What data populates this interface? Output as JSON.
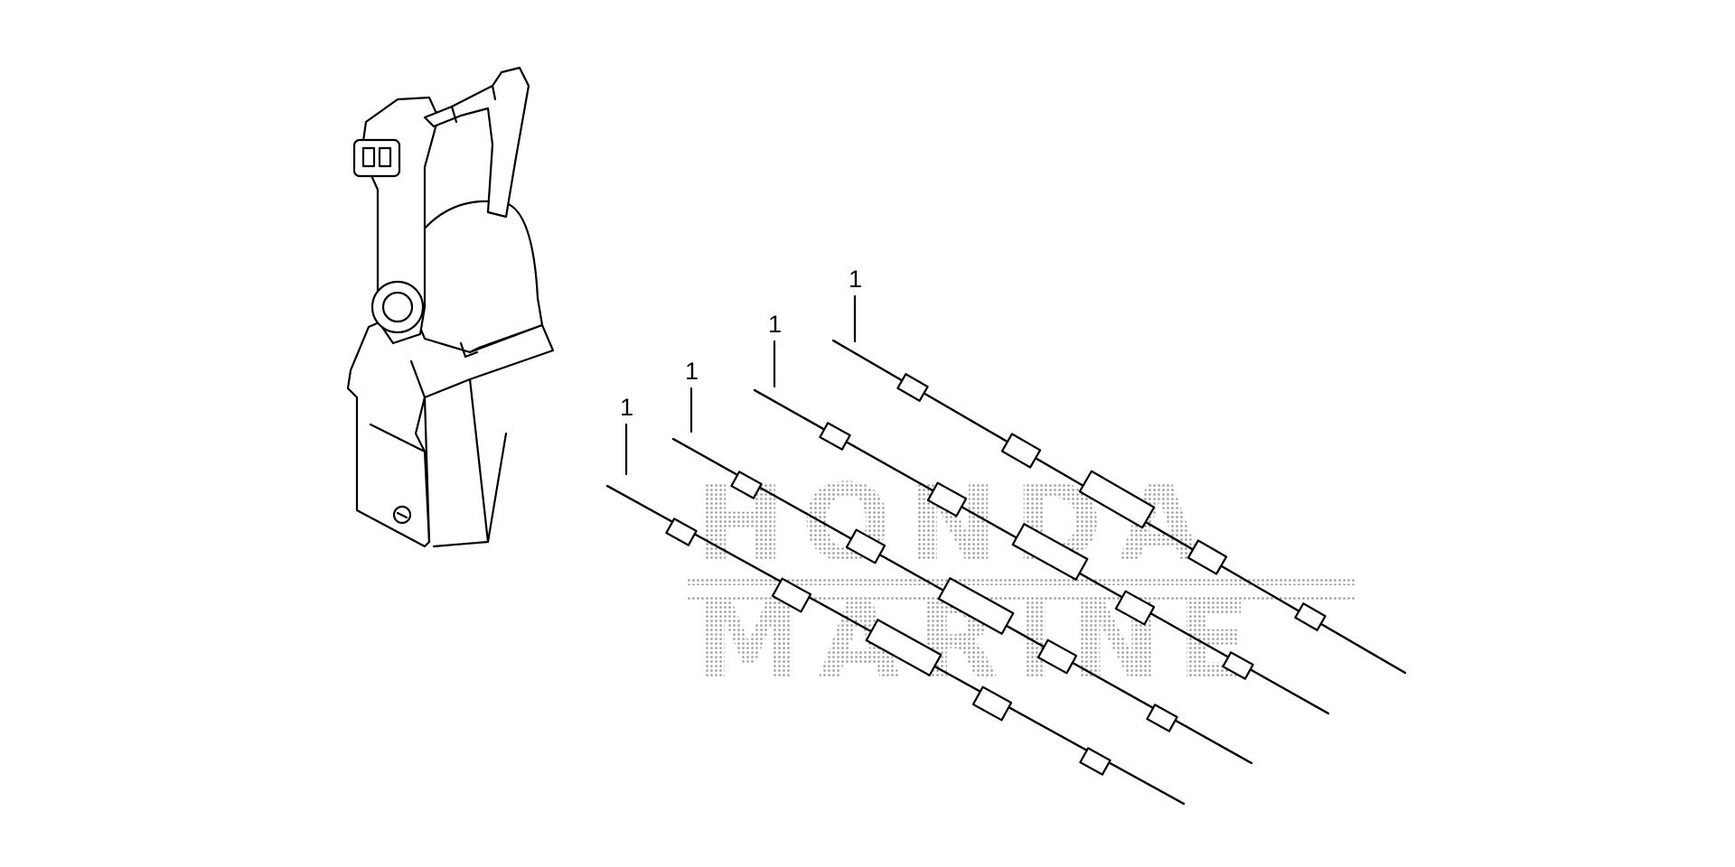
{
  "watermark": {
    "line1": "HONDA",
    "line2": "MARINE"
  },
  "callouts": [
    {
      "label": "1"
    },
    {
      "label": "1"
    },
    {
      "label": "1"
    },
    {
      "label": "1"
    }
  ],
  "colors": {
    "ink": "#000000",
    "background": "#ffffff",
    "watermark": "#9a9a9a"
  }
}
